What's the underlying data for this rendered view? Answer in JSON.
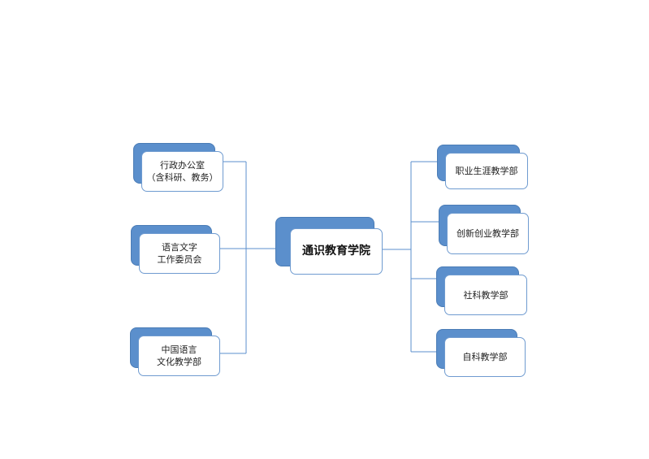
{
  "diagram": {
    "center": {
      "label": "通识教育学院"
    },
    "left": [
      {
        "lines": [
          "行政办公室",
          "（含科研、教务）"
        ]
      },
      {
        "lines": [
          "语言文字",
          "工作委员会"
        ]
      },
      {
        "lines": [
          "中国语言",
          "文化教学部"
        ]
      }
    ],
    "right": [
      {
        "lines": [
          "职业生涯教学部"
        ]
      },
      {
        "lines": [
          "创新创业教学部"
        ]
      },
      {
        "lines": [
          "社科教学部"
        ]
      },
      {
        "lines": [
          "自科教学部"
        ]
      }
    ]
  }
}
